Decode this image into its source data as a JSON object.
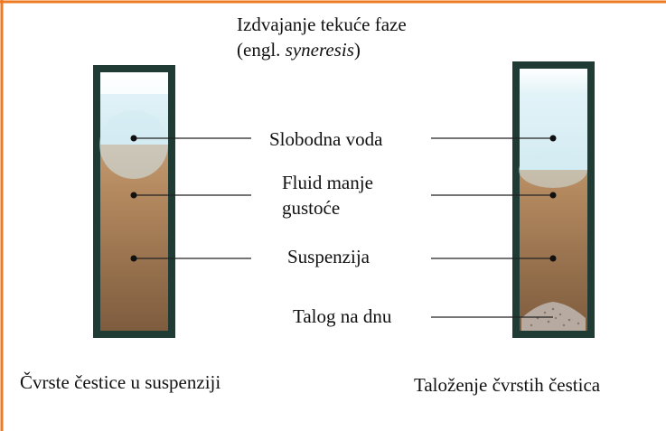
{
  "title": {
    "line1": "Izdvajanje tekuće faze",
    "line2_prefix": "(engl. ",
    "line2_term": "syneresis",
    "line2_suffix": ")"
  },
  "labels": {
    "free_water": "Slobodna voda",
    "lower_density_fluid_1": "Fluid manje",
    "lower_density_fluid_2": "gustoće",
    "suspension": "Suspenzija",
    "sediment": "Talog na dnu"
  },
  "captions": {
    "left": "Čvrste čestice u suspenziji",
    "right": "Taloženje čvrstih čestica"
  },
  "colors": {
    "frame_accent": "#ee7a22",
    "tube_wall": "#1f3b34",
    "water": "#dff1f6",
    "suspension_top": "#c9a27a",
    "suspension_bottom": "#7a5a3c"
  }
}
